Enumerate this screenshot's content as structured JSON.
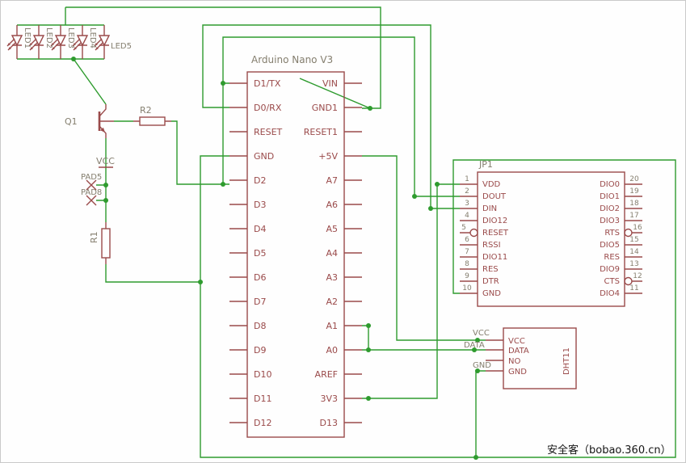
{
  "watermark": "安全客（bobao.360.cn）",
  "colors": {
    "wire_green": "#2e9b2e",
    "component_maroon": "#9a4a4a",
    "label_gray": "#847e6e"
  },
  "arduino": {
    "title": "Arduino Nano V3",
    "left_pins": [
      "D1/TX",
      "D0/RX",
      "RESET",
      "GND",
      "D2",
      "D3",
      "D4",
      "D5",
      "D6",
      "D7",
      "D8",
      "D9",
      "D10",
      "D11",
      "D12"
    ],
    "right_pins": [
      "VIN",
      "GND1",
      "RESET1",
      "+5V",
      "A7",
      "A6",
      "A5",
      "A4",
      "A3",
      "A2",
      "A1",
      "A0",
      "AREF",
      "3V3",
      "D13"
    ]
  },
  "jp1": {
    "title": "JP1",
    "left": [
      {
        "num": "1",
        "name": "VDD"
      },
      {
        "num": "2",
        "name": "DOUT"
      },
      {
        "num": "3",
        "name": "DIN"
      },
      {
        "num": "4",
        "name": "DIO12"
      },
      {
        "num": "5",
        "name": "RESET"
      },
      {
        "num": "6",
        "name": "RSSI"
      },
      {
        "num": "7",
        "name": "DIO11"
      },
      {
        "num": "8",
        "name": "RES"
      },
      {
        "num": "9",
        "name": "DTR"
      },
      {
        "num": "10",
        "name": "GND"
      }
    ],
    "right": [
      {
        "num": "20",
        "name": "DIO0"
      },
      {
        "num": "19",
        "name": "DIO1"
      },
      {
        "num": "18",
        "name": "DIO2"
      },
      {
        "num": "17",
        "name": "DIO3"
      },
      {
        "num": "16",
        "name": "RTS"
      },
      {
        "num": "15",
        "name": "DIO5"
      },
      {
        "num": "14",
        "name": "RES"
      },
      {
        "num": "13",
        "name": "DIO9"
      },
      {
        "num": "12",
        "name": "CTS"
      },
      {
        "num": "11",
        "name": "DIO4"
      }
    ]
  },
  "dht11": {
    "title": "DHT11",
    "pins": [
      "VCC",
      "DATA",
      "NO",
      "GND"
    ],
    "net_labels": {
      "vcc": "VCC",
      "data": "DATA",
      "gnd": "GND"
    }
  },
  "leds": [
    "LED1",
    "LED2",
    "LED3",
    "LED4",
    "LED5"
  ],
  "transistor": {
    "label": "Q1"
  },
  "resistors": {
    "r1": "R1",
    "r2": "R2"
  },
  "supply": {
    "label": "VCC"
  },
  "pads": {
    "pad5": "PAD5",
    "pad8": "PAD8"
  }
}
